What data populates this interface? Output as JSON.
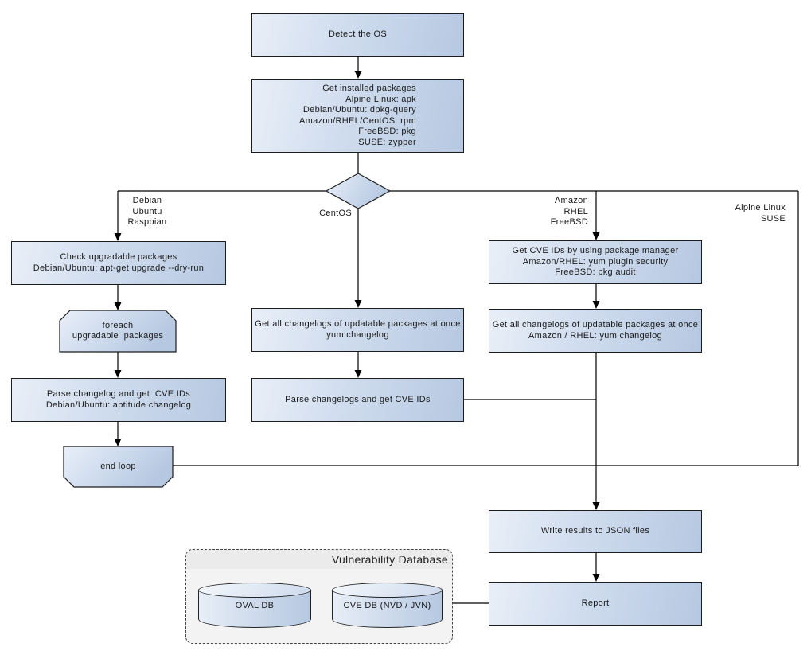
{
  "diagram": {
    "nodes": {
      "detect_os": "Detect the OS",
      "get_installed_packages": "Get installed packages\nAlpine Linux: apk\nDebian/Ubuntu: dpkg-query\nAmazon/RHEL/CentOS: rpm\nFreeBSD: pkg\nSUSE: zypper",
      "check_upgradable_packages": "Check upgradable packages\nDebian/Ubuntu: apt-get upgrade --dry-run",
      "foreach_loop": "foreach\nupgradable  packages",
      "parse_changelog_deb": "Parse changelog and get  CVE IDs\nDebian/Ubuntu: aptitude changelog",
      "end_loop": "end loop",
      "get_changelogs_centos": "Get all changelogs of updatable packages at once\nyum changelog",
      "parse_changelogs_centos": "Parse changelogs and get CVE IDs",
      "get_cve_ids_pkg_manager": "Get CVE IDs by using package manager\nAmazon/RHEL: yum plugin security\nFreeBSD: pkg audit",
      "get_changelogs_amazon": "Get all changelogs of updatable packages at once\nAmazon / RHEL: yum changelog",
      "write_results": "Write results to JSON files",
      "report": "Report"
    },
    "branch_labels": {
      "left": "Debian\nUbuntu\nRaspbian",
      "center": "CentOS",
      "right": "Amazon\nRHEL\nFreeBSD",
      "far_right": "Alpine Linux\nSUSE"
    },
    "database": {
      "title": "Vulnerability Database",
      "cylinders": [
        {
          "label": "OVAL DB"
        },
        {
          "label": "CVE DB (NVD / JVN)"
        }
      ]
    },
    "colors": {
      "node_fill_light": "#e9eff8",
      "node_fill_dark": "#b6c8e1",
      "node_border": "#1c1c1c",
      "connector": "#000000",
      "db_container_bg": "#f3f3f3",
      "db_header_bg": "#ebebeb",
      "text": "#1a1a1a"
    }
  }
}
